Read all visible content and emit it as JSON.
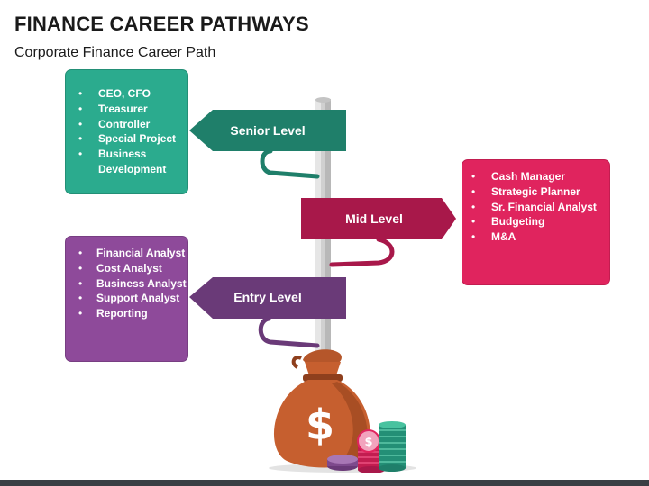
{
  "header": {
    "title": "FINANCE CAREER PATHWAYS",
    "subtitle": "Corporate Finance Career Path"
  },
  "levels": [
    {
      "label": "Senior Level",
      "color": "#1f7f6a",
      "box_color": "#2bab8e",
      "items": [
        "CEO, CFO",
        "Treasurer",
        "Controller",
        "Special Project",
        "Business Development"
      ]
    },
    {
      "label": "Mid Level",
      "color": "#a8184a",
      "box_color": "#e0245e",
      "items": [
        "Cash Manager",
        "Strategic Planner",
        "Sr. Financial Analyst",
        "Budgeting",
        "M&A"
      ]
    },
    {
      "label": "Entry Level",
      "color": "#6a3a78",
      "box_color": "#8e4a9a",
      "items": [
        "Financial Analyst",
        "Cost Analyst",
        "Business Analyst",
        "Support Analyst",
        "Reporting"
      ]
    }
  ],
  "icons": {
    "money_bag": "money-bag-icon",
    "coins": "coin-stack-icon",
    "currency_symbol": "$"
  }
}
